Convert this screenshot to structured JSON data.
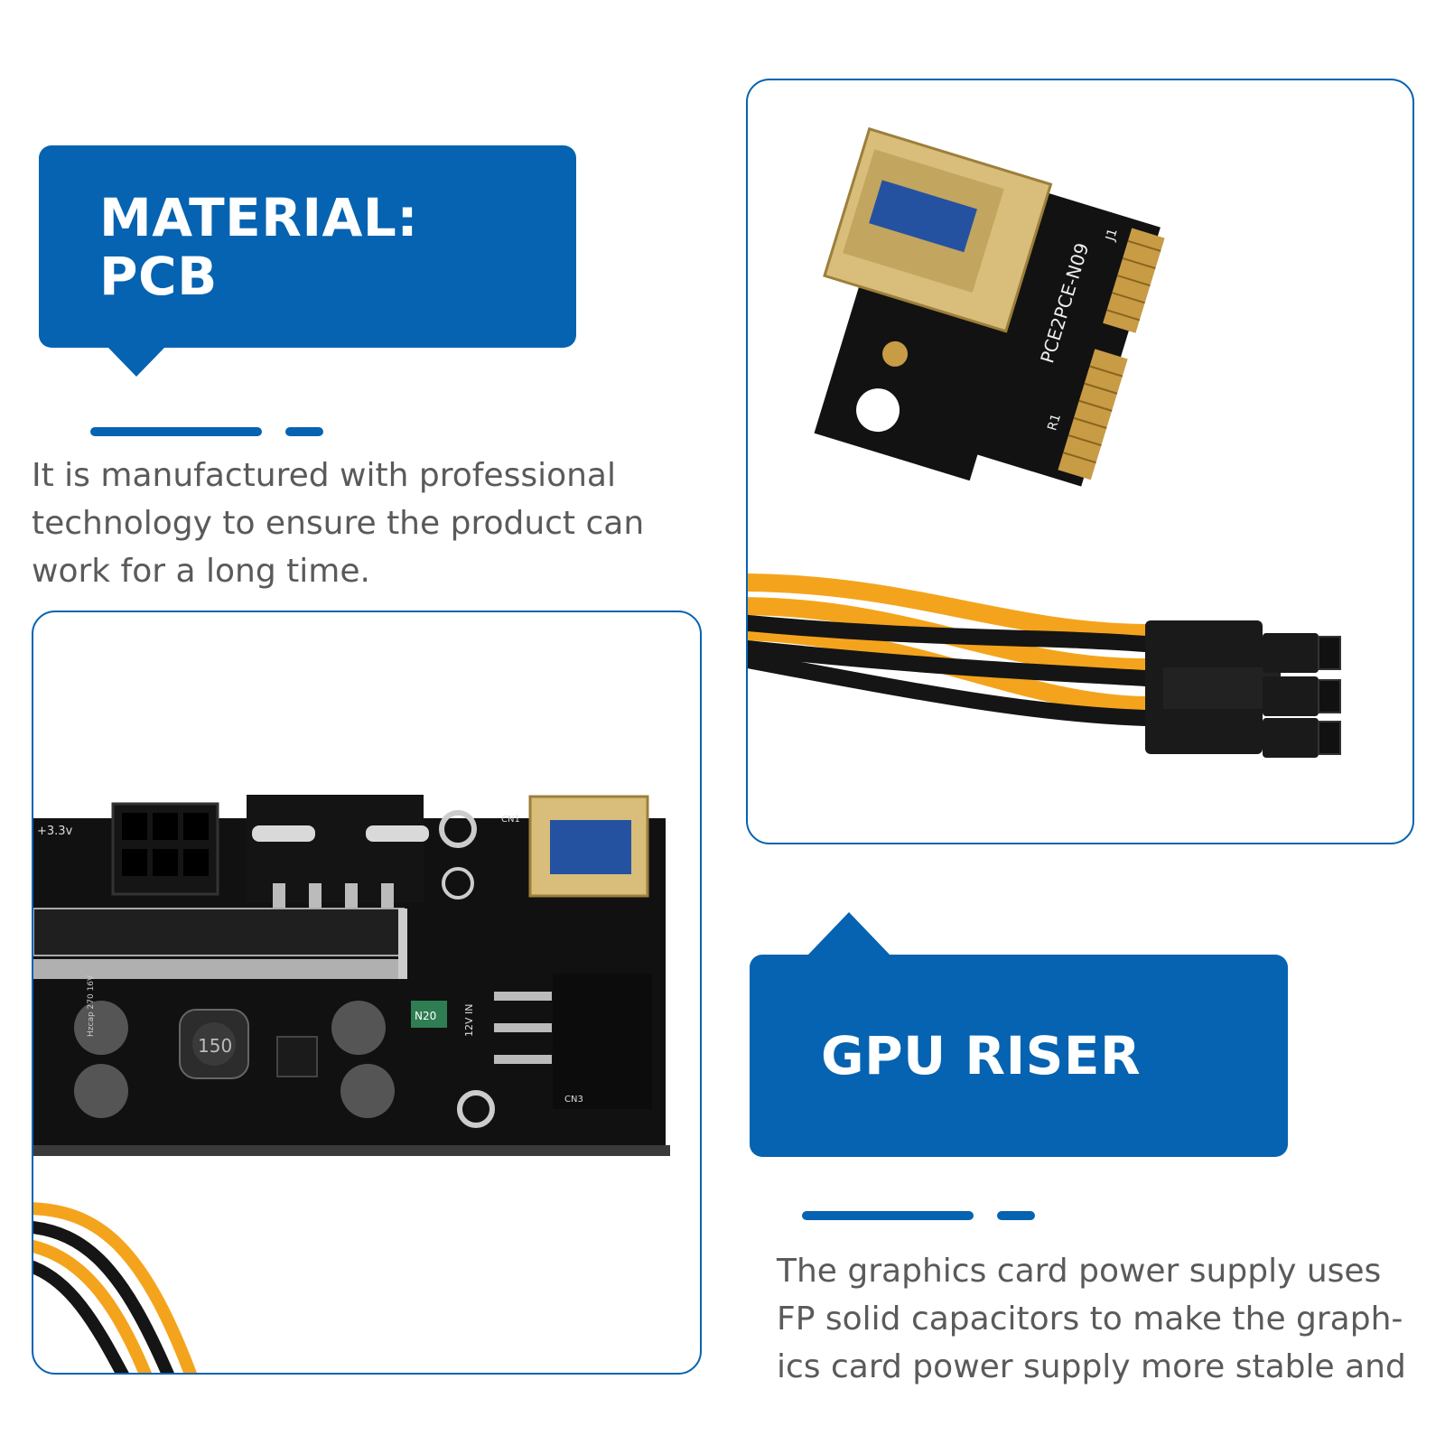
{
  "material_callout": {
    "line1": "MATERIAL:",
    "line2": "PCB"
  },
  "material_description": {
    "line1": "It is manufactured with professional",
    "line2": "technology to ensure the product can",
    "line3": "work for a long time."
  },
  "gpu_callout": {
    "title": "GPU RISER"
  },
  "gpu_description": {
    "line1": "The graphics card power supply uses",
    "line2": "FP solid capacitors to make the graph-",
    "line3": "ics card power supply more stable and"
  },
  "adapter_photo": {
    "board_label": "PCE2PCE-N09",
    "connector_labels": [
      "J1",
      "R1"
    ]
  },
  "riser_photo": {
    "voltage_label": "+3.3v",
    "connector_label": "CN1",
    "capacitor_label": "Hzcap 270 16V",
    "inductor_label": "150",
    "fuse_label": "N20",
    "power_label": "12V IN",
    "bottom_connector_label": "CN3"
  },
  "colors": {
    "accent_blue": "#0563b1",
    "text_gray": "#5a5a5a",
    "pcb_black": "#111111",
    "wire_yellow": "#f4a41c",
    "gold": "#d6b25e"
  }
}
